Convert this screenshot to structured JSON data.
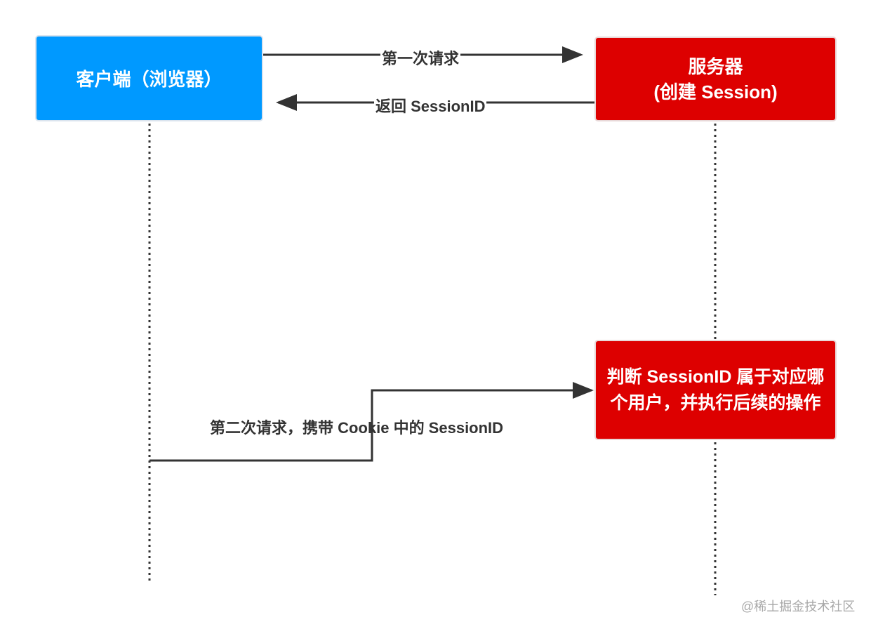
{
  "client": {
    "label": "客户端（浏览器）",
    "color": "#0099ff"
  },
  "server": {
    "line1": "服务器",
    "line2": "(创建 Session)",
    "color": "#dd0000"
  },
  "judge": {
    "text": "判断 SessionID 属于对应哪个用户，并执行后续的操作",
    "color": "#dd0000"
  },
  "messages": {
    "first_request": "第一次请求",
    "return_session": "返回 SessionID",
    "second_request": "第二次请求，携带 Cookie 中的 SessionID"
  },
  "watermark": "@稀土掘金技术社区"
}
